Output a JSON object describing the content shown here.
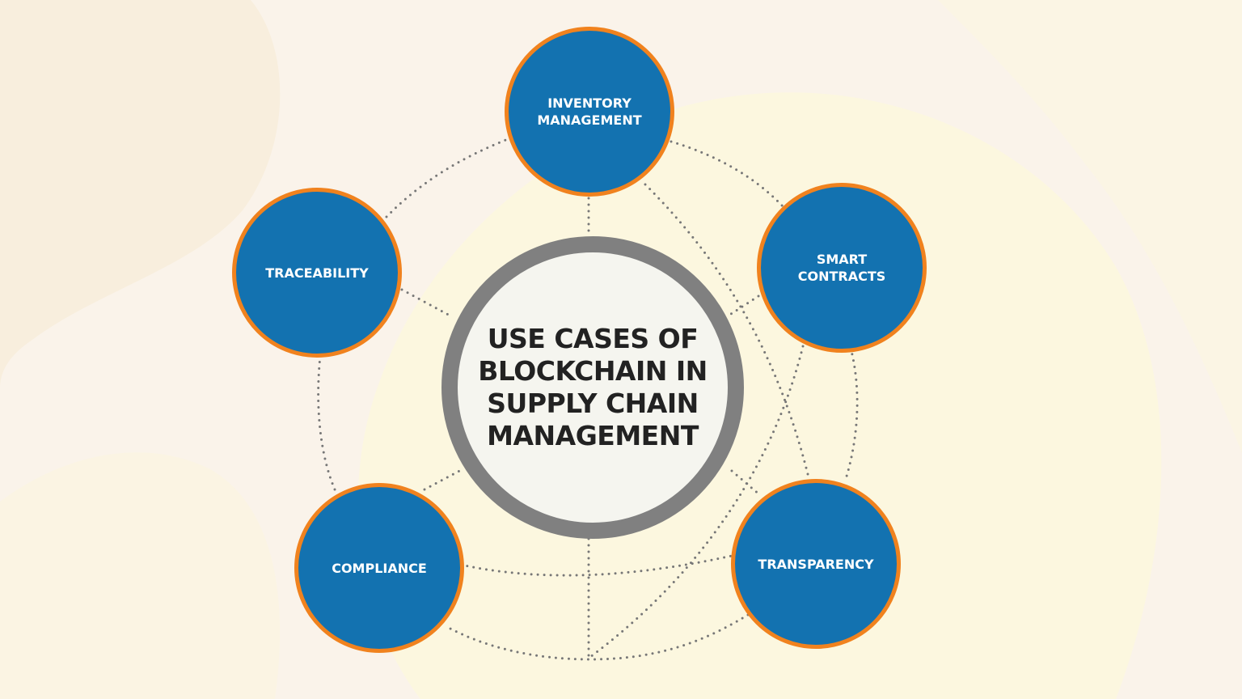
{
  "diagram": {
    "center": {
      "label": "USE CASES OF\nBLOCKCHAIN IN\nSUPPLY CHAIN\nMANAGEMENT"
    },
    "nodes": [
      {
        "label": "INVENTORY\nMANAGEMENT"
      },
      {
        "label": "SMART\nCONTRACTS"
      },
      {
        "label": "TRANSPARENCY"
      },
      {
        "label": "COMPLIANCE"
      },
      {
        "label": "TRACEABILITY"
      }
    ]
  },
  "colors": {
    "node_fill": "#1372b0",
    "node_border": "#f0821e",
    "hub_ring": "#808080",
    "hub_fill": "#f5f5ef",
    "hub_text": "#222222",
    "connector": "#777777",
    "background": "#faf3ea",
    "background_blob": "#fcf7df"
  }
}
